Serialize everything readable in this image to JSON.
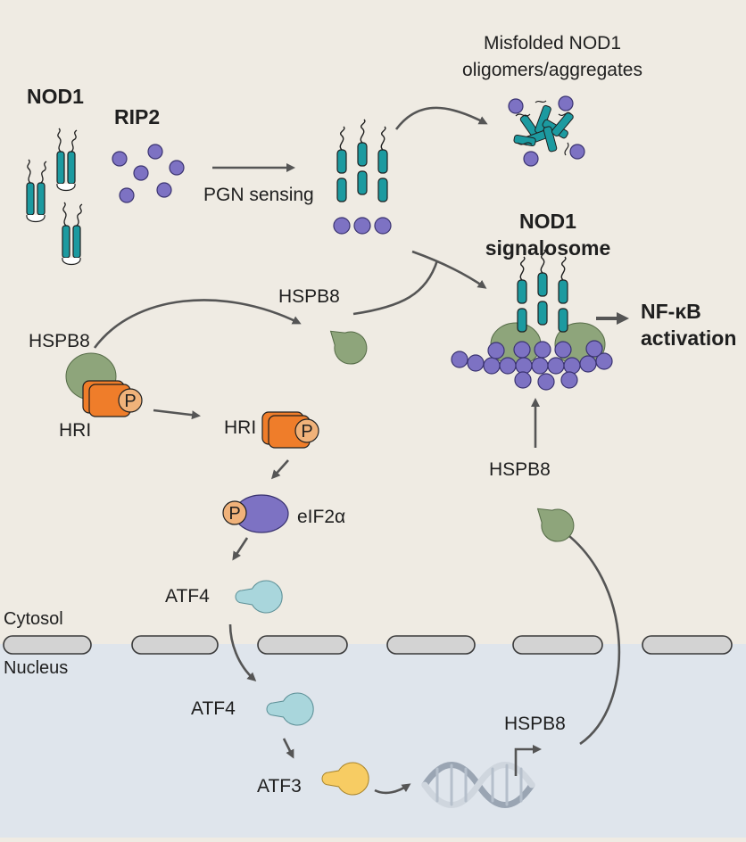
{
  "labels": {
    "nod1": "NOD1",
    "rip2": "RIP2",
    "pgn_sensing": "PGN sensing",
    "misfolded_line1": "Misfolded NOD1",
    "misfolded_line2": "oligomers/aggregates",
    "signalosome_line1": "NOD1",
    "signalosome_line2": "signalosome",
    "nfkb_line1": "NF-κB",
    "nfkb_line2": "activation",
    "hspb8_top": "HSPB8",
    "hspb8_left": "HSPB8",
    "hri_left": "HRI",
    "hri_mid": "HRI",
    "p_hri_left": "P",
    "p_hri_mid": "P",
    "p_eif": "P",
    "eif2a": "eIF2α",
    "atf4_cytosol": "ATF4",
    "atf4_nucleus": "ATF4",
    "atf3": "ATF3",
    "hspb8_gene": "HSPB8",
    "hspb8_right": "HSPB8",
    "cytosol": "Cytosol",
    "nucleus": "Nucleus"
  },
  "colors": {
    "background_cytosol": "#efebe3",
    "background_nucleus": "#dfe5ec",
    "nod1_teal": "#1c9aa0",
    "rip2_purple": "#7d72c3",
    "hspb8_green": "#8ea57b",
    "hri_orange": "#ef7d2a",
    "phospho_tan": "#f0b27a",
    "eif2a_purple": "#7d72c3",
    "atf4_blue": "#a9d6dc",
    "atf3_yellow": "#f7cc63",
    "membrane_gray": "#d3d3d3",
    "arrow_gray": "#555555"
  }
}
